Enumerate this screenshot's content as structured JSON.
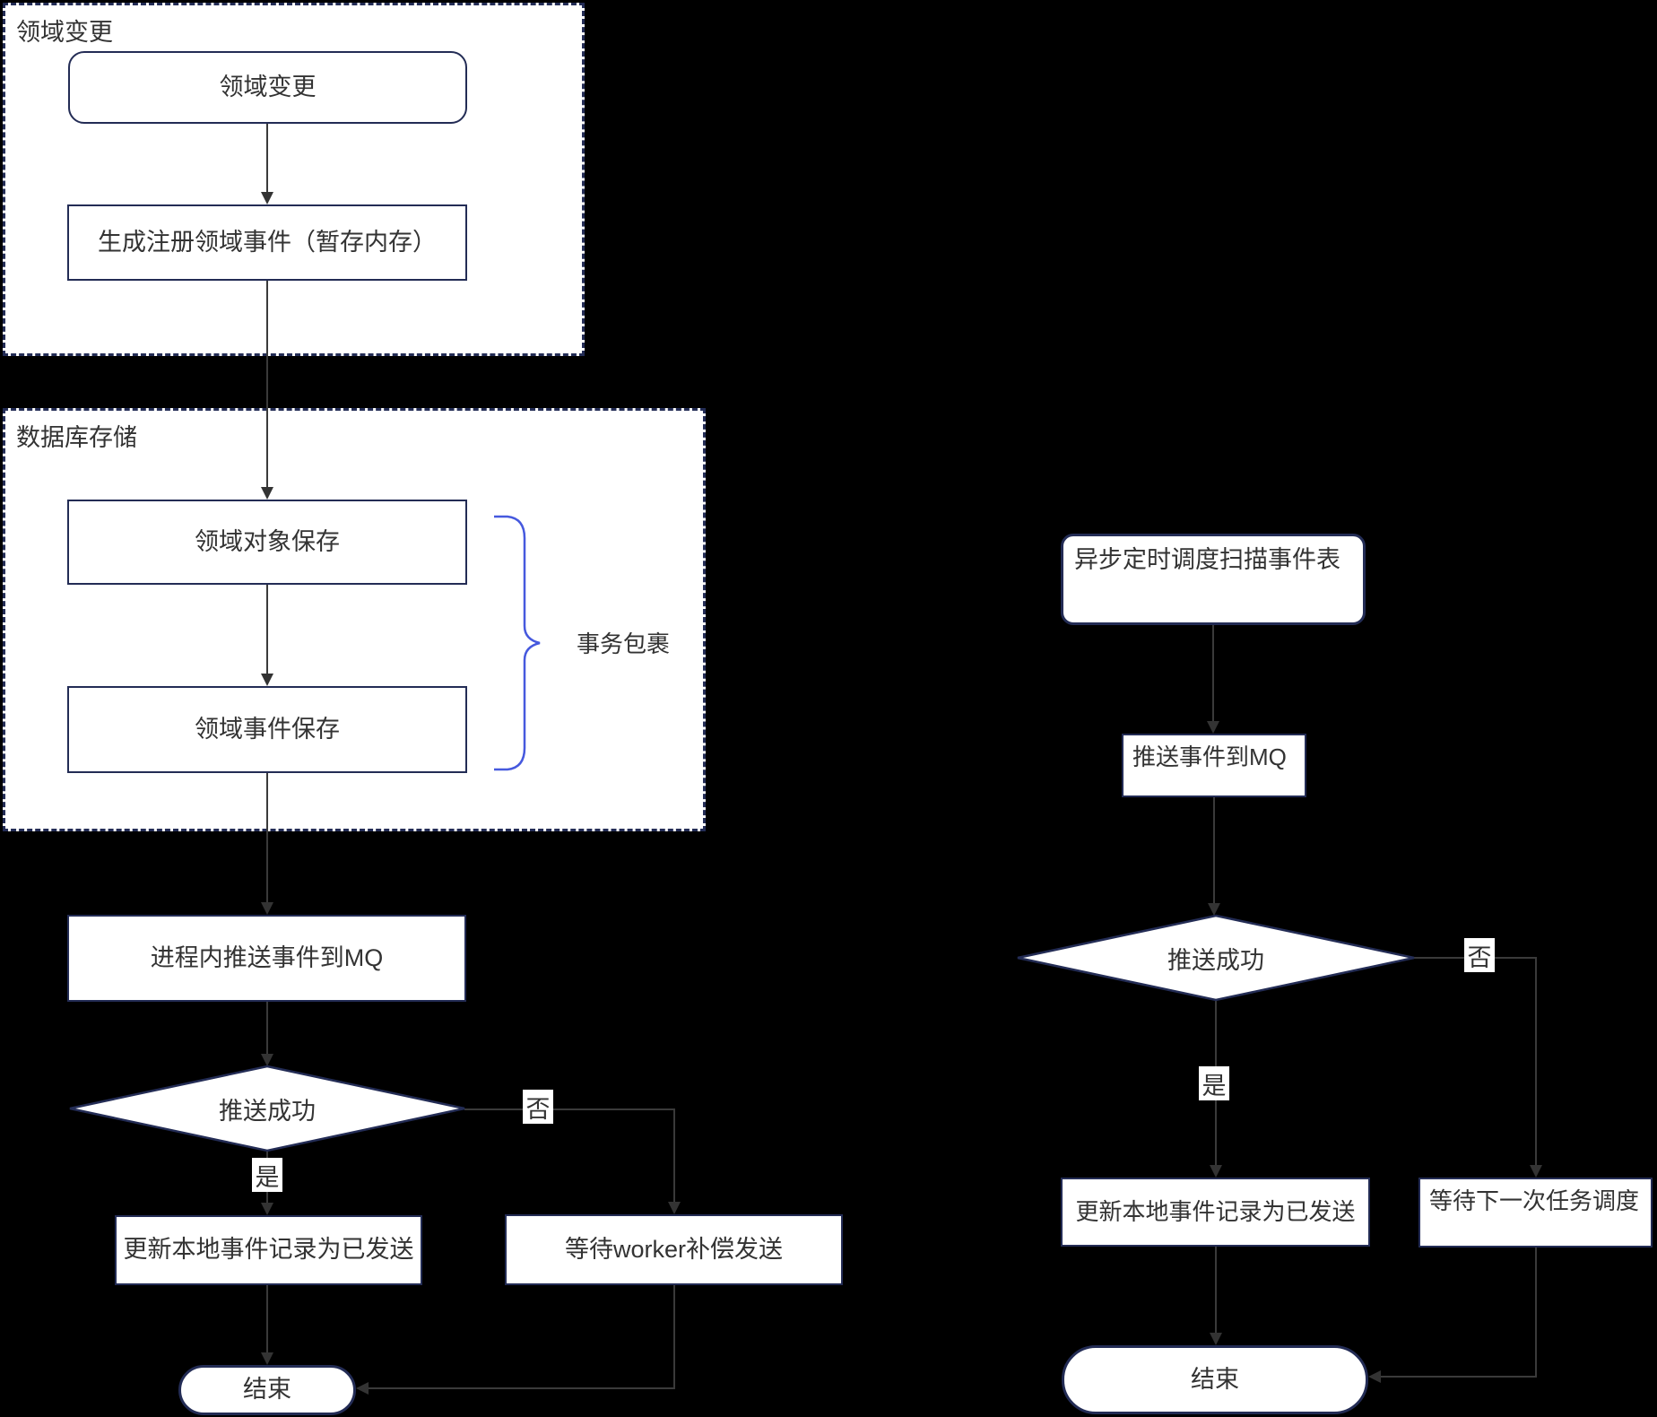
{
  "groups": {
    "domain_change": {
      "label": "领域变更"
    },
    "db_store": {
      "label": "数据库存储"
    }
  },
  "nodes": {
    "start": {
      "label": "领域变更"
    },
    "gen_event": {
      "label": "生成注册领域事件（暂存内存）"
    },
    "save_object": {
      "label": "领域对象保存"
    },
    "save_event": {
      "label": "领域事件保存"
    },
    "push_mq_inproc": {
      "label": "进程内推送事件到MQ"
    },
    "decision_left": {
      "label": "推送成功"
    },
    "update_record_left": {
      "label": "更新本地事件记录为已发送"
    },
    "wait_worker": {
      "label": "等待worker补偿发送"
    },
    "end_left": {
      "label": "结束"
    },
    "scheduler_scan": {
      "label": "异步定时调度扫描事件表"
    },
    "push_mq_right": {
      "label": "推送事件到MQ"
    },
    "decision_right": {
      "label": "推送成功"
    },
    "update_record_right": {
      "label": "更新本地事件记录为已发送"
    },
    "wait_next_task": {
      "label": "等待下一次任务调度"
    },
    "end_right": {
      "label": "结束"
    }
  },
  "edge_labels": {
    "yes_left": "是",
    "no_left": "否",
    "yes_right": "是",
    "no_right": "否"
  },
  "annotations": {
    "brace_label": "事务包裹"
  },
  "colors": {
    "background": "#000000",
    "shape_fill": "#ffffff",
    "shape_border": "#232c55",
    "connector": "#3a3a3a",
    "brace": "#4659de",
    "text": "#333333"
  }
}
